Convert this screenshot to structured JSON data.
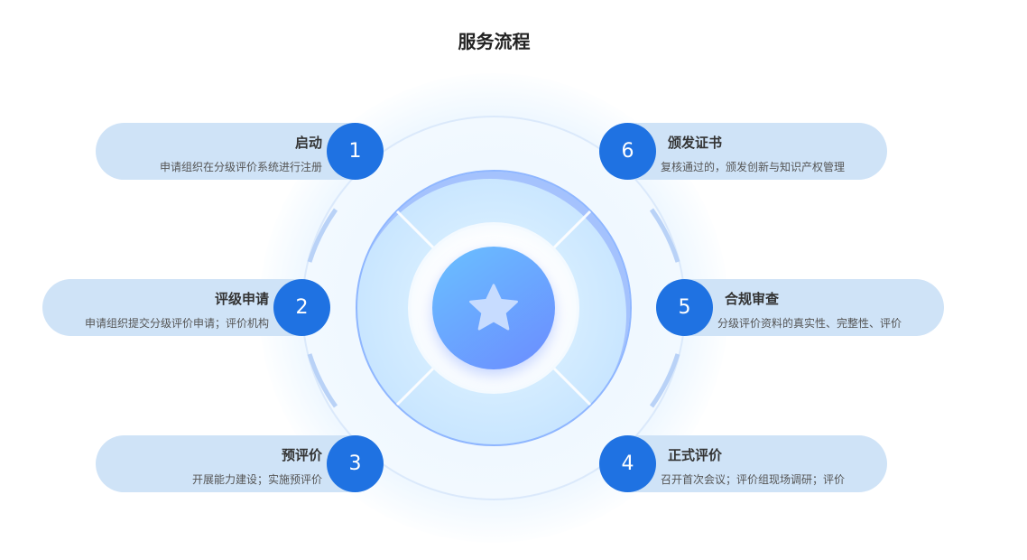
{
  "title": "服务流程",
  "center_icon": "star-icon",
  "colors": {
    "accent": "#1f72e2",
    "pill_bg": "#cfe3f7"
  },
  "steps": [
    {
      "number": "1",
      "name": "启动",
      "desc": "申请组织在分级评价系统进行注册"
    },
    {
      "number": "2",
      "name": "评级申请",
      "desc": "申请组织提交分级评价申请；评价机构"
    },
    {
      "number": "3",
      "name": "预评价",
      "desc": "开展能力建设；实施预评价"
    },
    {
      "number": "4",
      "name": "正式评价",
      "desc": "召开首次会议；评价组现场调研；评价"
    },
    {
      "number": "5",
      "name": "合规审查",
      "desc": "分级评价资料的真实性、完整性、评价"
    },
    {
      "number": "6",
      "name": "颁发证书",
      "desc": "复核通过的，颁发创新与知识产权管理"
    }
  ]
}
